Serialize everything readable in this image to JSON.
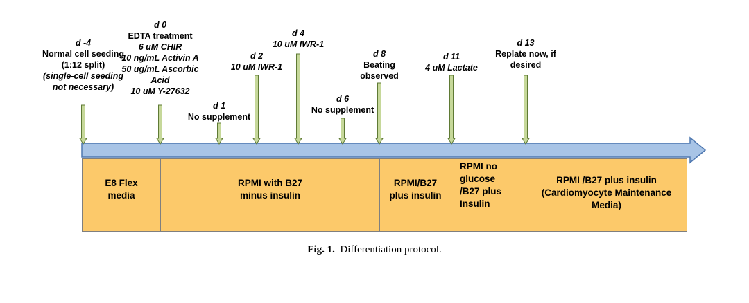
{
  "timeline": {
    "events": [
      {
        "day": "d -4",
        "lines": [
          "Normal cell seeding",
          "(1:12 split)",
          "(single-cell seeding",
          "not necessary)"
        ],
        "italic_lines": [
          2,
          3
        ]
      },
      {
        "day": "d 0",
        "lines": [
          "EDTA treatment",
          "6 uM CHIR",
          "10 ng/mL Activin A",
          "50 ug/mL Ascorbic",
          "Acid",
          "10 uM Y-27632"
        ],
        "italic_lines": [
          1,
          2,
          3,
          4,
          5
        ]
      },
      {
        "day": "d 1",
        "lines": [
          "No supplement"
        ],
        "italic_lines": []
      },
      {
        "day": "d 2",
        "lines": [
          "10 uM IWR-1"
        ],
        "italic_lines": [
          0
        ]
      },
      {
        "day": "d 4",
        "lines": [
          "10 uM IWR-1"
        ],
        "italic_lines": [
          0
        ]
      },
      {
        "day": "d 6",
        "lines": [
          "No supplement"
        ],
        "italic_lines": []
      },
      {
        "day": "d 8",
        "lines": [
          "Beating",
          "observed"
        ],
        "italic_lines": []
      },
      {
        "day": "d 11",
        "lines": [
          "4 uM Lactate"
        ],
        "italic_lines": [
          0
        ]
      },
      {
        "day": "d 13",
        "lines": [
          "Replate now, if",
          "desired"
        ],
        "italic_lines": []
      }
    ]
  },
  "media": [
    {
      "lines": [
        "E8 Flex",
        "media"
      ]
    },
    {
      "lines": [
        "RPMI with B27",
        "minus insulin"
      ]
    },
    {
      "lines": [
        "RPMI/B27",
        "plus insulin"
      ]
    },
    {
      "lines": [
        "RPMI no",
        "glucose",
        "/B27 plus",
        "Insulin"
      ]
    },
    {
      "lines": [
        "RPMI /B27 plus insulin",
        "(Cardiomyocyte Maintenance",
        "Media)"
      ]
    }
  ],
  "caption": {
    "label": "Fig. 1.",
    "text": "Differentiation protocol."
  },
  "colors": {
    "timeline_fill": "#a8c4e6",
    "timeline_stroke": "#4f78b0",
    "arrow_fill": "#c6d89a",
    "arrow_stroke": "#5f7a35",
    "media_fill": "#fcc96a"
  }
}
